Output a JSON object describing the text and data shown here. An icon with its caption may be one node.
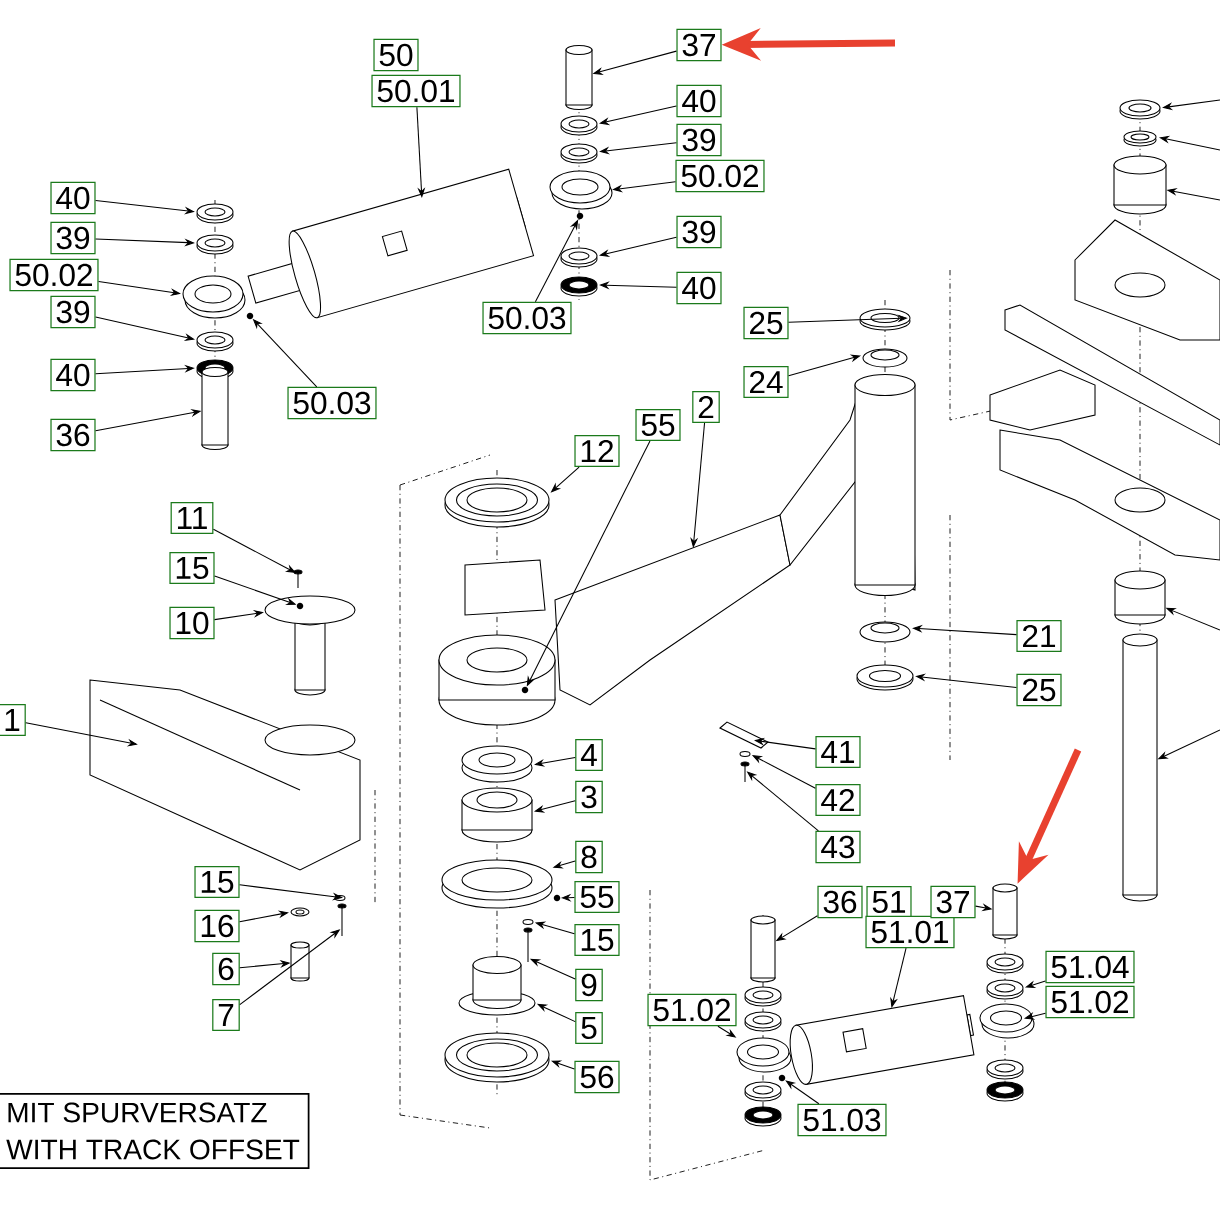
{
  "diagram": {
    "nodes": [
      {
        "text": [
          "50"
        ]
      },
      {
        "text": [
          "50.01"
        ]
      },
      {
        "text": [
          "37"
        ]
      },
      {
        "text": [
          "40"
        ]
      },
      {
        "text": [
          "39"
        ]
      },
      {
        "text": [
          "50.02"
        ]
      },
      {
        "text": [
          "39"
        ]
      },
      {
        "text": [
          "40"
        ]
      },
      {
        "text": [
          "40"
        ]
      },
      {
        "text": [
          "39"
        ]
      },
      {
        "text": [
          "50.02"
        ]
      },
      {
        "text": [
          "39"
        ]
      },
      {
        "text": [
          "40"
        ]
      },
      {
        "text": [
          "36"
        ]
      },
      {
        "text": [
          "50.03"
        ]
      },
      {
        "text": [
          "50.03"
        ]
      },
      {
        "text": [
          "25"
        ]
      },
      {
        "text": [
          "24"
        ]
      },
      {
        "text": [
          "55"
        ]
      },
      {
        "text": [
          "2"
        ]
      },
      {
        "text": [
          "12"
        ]
      },
      {
        "text": [
          "11"
        ]
      },
      {
        "text": [
          "15"
        ]
      },
      {
        "text": [
          "10"
        ]
      },
      {
        "text": [
          "1"
        ]
      },
      {
        "text": [
          "4"
        ]
      },
      {
        "text": [
          "3"
        ]
      },
      {
        "text": [
          "41"
        ]
      },
      {
        "text": [
          "42"
        ]
      },
      {
        "text": [
          "43"
        ]
      },
      {
        "text": [
          "21"
        ]
      },
      {
        "text": [
          "25"
        ]
      },
      {
        "text": [
          "8"
        ]
      },
      {
        "text": [
          "55"
        ]
      },
      {
        "text": [
          "15"
        ]
      },
      {
        "text": [
          "9"
        ]
      },
      {
        "text": [
          "5"
        ]
      },
      {
        "text": [
          "56"
        ]
      },
      {
        "text": [
          "15"
        ]
      },
      {
        "text": [
          "16"
        ]
      },
      {
        "text": [
          "6"
        ]
      },
      {
        "text": [
          "7"
        ]
      },
      {
        "text": [
          "36"
        ]
      },
      {
        "text": [
          "51"
        ]
      },
      {
        "text": [
          "51.01"
        ]
      },
      {
        "text": [
          "37"
        ]
      },
      {
        "text": [
          "51.04"
        ]
      },
      {
        "text": [
          "51.02"
        ]
      },
      {
        "text": [
          "51.02"
        ]
      },
      {
        "text": [
          "51.03"
        ]
      },
      {
        "text": [
          "MIT SPURVERSATZ",
          "WITH TRACK OFFSET"
        ]
      },
      {
        "text": [],
        "shape": "cylinder"
      },
      {
        "text": [],
        "shape": "picture"
      },
      {
        "text": [],
        "shape": "picture"
      },
      {
        "text": [],
        "shape": "picture"
      },
      {
        "text": [],
        "shape": "picture"
      },
      {
        "text": [],
        "shape": "picture"
      },
      {
        "text": [],
        "shape": "circle"
      },
      {
        "text": [],
        "shape": "picture"
      },
      {
        "text": [],
        "shape": "picture"
      },
      {
        "text": [],
        "shape": "picture"
      },
      {
        "text": [],
        "shape": "picture"
      },
      {
        "text": [],
        "shape": "circle"
      },
      {
        "text": [],
        "shape": "picture"
      },
      {
        "text": [],
        "shape": "picture"
      },
      {
        "text": [],
        "shape": "picture"
      },
      {
        "text": [],
        "shape": "picture"
      },
      {
        "text": [],
        "shape": "cylinder"
      },
      {
        "text": [],
        "shape": "picture"
      },
      {
        "text": [],
        "shape": "picture"
      },
      {
        "text": [],
        "shape": "picture"
      },
      {
        "text": [],
        "shape": "picture"
      },
      {
        "text": [],
        "shape": "circle",
        "in": 71
      },
      {
        "text": [],
        "shape": "picture"
      },
      {
        "text": [],
        "shape": "picture"
      },
      {
        "text": [],
        "shape": "circle"
      },
      {
        "text": [],
        "shape": "picture"
      },
      {
        "text": [],
        "shape": "picture"
      },
      {
        "text": [],
        "shape": "picture"
      },
      {
        "text": [],
        "shape": "circle"
      },
      {
        "text": [],
        "shape": "picture"
      },
      {
        "text": [],
        "shape": "cylinder"
      },
      {
        "text": [],
        "shape": "picture"
      },
      {
        "text": [],
        "shape": "circle"
      },
      {
        "text": [],
        "shape": "circle"
      },
      {
        "text": [],
        "shape": "picture"
      },
      {
        "text": [],
        "shape": "circle"
      },
      {
        "text": [],
        "shape": "picture"
      },
      {
        "text": [],
        "shape": "cylinder"
      },
      {
        "text": [],
        "shape": "cylinder"
      },
      {
        "text": [],
        "shape": "picture"
      },
      {
        "text": [],
        "shape": "cylinder"
      },
      {
        "text": [],
        "shape": "picture"
      },
      {
        "text": [],
        "shape": "picture"
      },
      {
        "text": [],
        "shape": "picture"
      },
      {
        "text": [],
        "shape": "picture"
      },
      {
        "text": [],
        "shape": "picture"
      },
      {
        "text": [],
        "shape": "circle"
      },
      {
        "text": [],
        "shape": "picture"
      },
      {
        "text": [],
        "shape": "picture"
      },
      {
        "text": [],
        "shape": "picture"
      },
      {
        "text": [],
        "shape": "picture"
      },
      {
        "text": [],
        "shape": "picture"
      },
      {
        "text": [],
        "shape": "picture"
      },
      {
        "text": [],
        "shape": "picture"
      },
      {
        "text": [],
        "shape": "picture"
      },
      {
        "text": [],
        "shape": "picture"
      },
      {
        "text": [],
        "shape": "picture"
      },
      {
        "text": [],
        "shape": "picture"
      },
      {
        "text": [],
        "shape": "cylinder"
      },
      {
        "text": [],
        "shape": "cylinder"
      },
      {
        "text": [],
        "shape": "cylinder"
      }
    ],
    "edges": [
      {
        "from": 1,
        "to": 55,
        "arrow": "to"
      },
      {
        "from": 2,
        "to": 51,
        "arrow": "to"
      },
      {
        "from": 3,
        "to": 52,
        "arrow": "to"
      },
      {
        "from": 4,
        "to": 53,
        "arrow": "to"
      },
      {
        "from": 5,
        "to": 54,
        "arrow": "to"
      },
      {
        "from": 6,
        "to": 59,
        "arrow": "to"
      },
      {
        "from": 7,
        "to": 60,
        "arrow": "to"
      },
      {
        "from": 8,
        "to": 56,
        "arrow": "to"
      },
      {
        "from": 9,
        "to": 58,
        "arrow": "to"
      },
      {
        "from": 10,
        "to": 61,
        "arrow": "to"
      },
      {
        "from": 11,
        "to": 64,
        "arrow": "to"
      },
      {
        "from": 12,
        "to": 66,
        "arrow": "to"
      },
      {
        "from": 13,
        "to": 67,
        "arrow": "to"
      },
      {
        "from": 14,
        "to": 62,
        "arrow": "to"
      },
      {
        "from": 15,
        "to": 57,
        "arrow": "to"
      },
      {
        "from": 16,
        "to": 63,
        "arrow": "to"
      },
      {
        "from": 17,
        "to": 65,
        "arrow": "to"
      },
      {
        "from": 18,
        "to": 75,
        "arrow": "to"
      },
      {
        "from": 19,
        "to": 69,
        "arrow": "to"
      },
      {
        "from": 20,
        "to": 68,
        "arrow": "to"
      },
      {
        "from": 21,
        "to": 70,
        "arrow": "to"
      },
      {
        "from": 22,
        "to": 72,
        "arrow": "to"
      },
      {
        "from": 23,
        "to": 71,
        "arrow": "to"
      },
      {
        "from": 24,
        "to": 76,
        "arrow": "to"
      },
      {
        "from": 25,
        "to": 78,
        "arrow": "to"
      },
      {
        "from": 26,
        "to": 81,
        "arrow": "to"
      },
      {
        "from": 27,
        "to": 77,
        "arrow": "to"
      },
      {
        "from": 28,
        "to": 79,
        "arrow": "to"
      },
      {
        "from": 29,
        "to": 80,
        "arrow": "to"
      },
      {
        "from": 30,
        "to": 73,
        "arrow": "to"
      },
      {
        "from": 31,
        "to": 74,
        "arrow": "to"
      },
      {
        "from": 32,
        "to": 82,
        "arrow": "to"
      },
      {
        "from": 33,
        "to": 83,
        "arrow": "to"
      },
      {
        "from": 34,
        "to": 86,
        "arrow": "to"
      },
      {
        "from": 35,
        "to": 90,
        "arrow": "to"
      },
      {
        "from": 36,
        "to": 93,
        "arrow": "to"
      },
      {
        "from": 37,
        "to": 98,
        "arrow": "to"
      },
      {
        "from": 38,
        "to": 84,
        "arrow": "to"
      },
      {
        "from": 39,
        "to": 85,
        "arrow": "to"
      },
      {
        "from": 40,
        "to": 91,
        "arrow": "to"
      },
      {
        "from": 41,
        "to": 87,
        "arrow": "to"
      },
      {
        "from": 42,
        "to": 88,
        "arrow": "to"
      },
      {
        "from": 44,
        "to": 94,
        "arrow": "to"
      },
      {
        "from": 45,
        "to": 89,
        "arrow": "to"
      },
      {
        "from": 46,
        "to": 92,
        "arrow": "to"
      },
      {
        "from": 47,
        "to": 95,
        "arrow": "to"
      },
      {
        "from": 48,
        "to": 96,
        "arrow": "to"
      },
      {
        "from": 49,
        "to": 97,
        "arrow": "to"
      },
      {
        "from": null,
        "to": 2,
        "arrow": "to",
        "style": "thick",
        "color": "#e8412f"
      },
      {
        "from": null,
        "to": 89,
        "arrow": "to",
        "style": "thick",
        "color": "#e8412f"
      },
      {
        "from": null,
        "to": 107,
        "arrow": "to"
      },
      {
        "from": null,
        "to": 108,
        "arrow": "to"
      },
      {
        "from": null,
        "to": 109,
        "arrow": "to"
      },
      {
        "from": null,
        "to": 110,
        "arrow": "to"
      },
      {
        "from": null,
        "to": 111,
        "arrow": "to"
      }
    ]
  }
}
